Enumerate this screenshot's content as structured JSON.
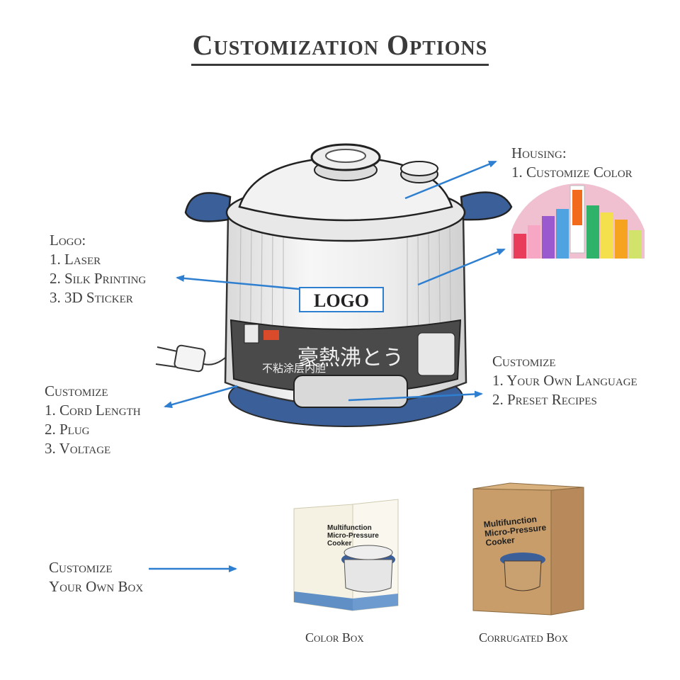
{
  "title": "Customization Options",
  "housing": {
    "heading": "Housing:",
    "items": [
      "1. Customize Color"
    ]
  },
  "logo": {
    "heading": "Logo:",
    "items": [
      "1. Laser",
      "2. Silk Printing",
      "3. 3D Sticker"
    ],
    "box_text": "LOGO"
  },
  "cord": {
    "heading": "Customize",
    "items": [
      "1. Cord Length",
      "2. Plug",
      "3. Voltage"
    ]
  },
  "language": {
    "heading": "Customize",
    "items": [
      "1. Your Own Language",
      "2.  Preset Recipes"
    ]
  },
  "box": {
    "lines": [
      "Customize",
      "Your Own Box"
    ]
  },
  "boxes": {
    "color_box_caption": "Color Box",
    "corrugated_box_caption": "Corrugated Box",
    "print_lines": [
      "Multifunction",
      "Micro-Pressure",
      "Cooker"
    ]
  },
  "cooker_panel": {
    "main_text": "豪熱沸とう",
    "side_text": "不粘涂层内胆"
  },
  "colors": {
    "arrow": "#2f7fd0",
    "body_blue": "#3a5f99",
    "kraft": "#c89d6a"
  }
}
